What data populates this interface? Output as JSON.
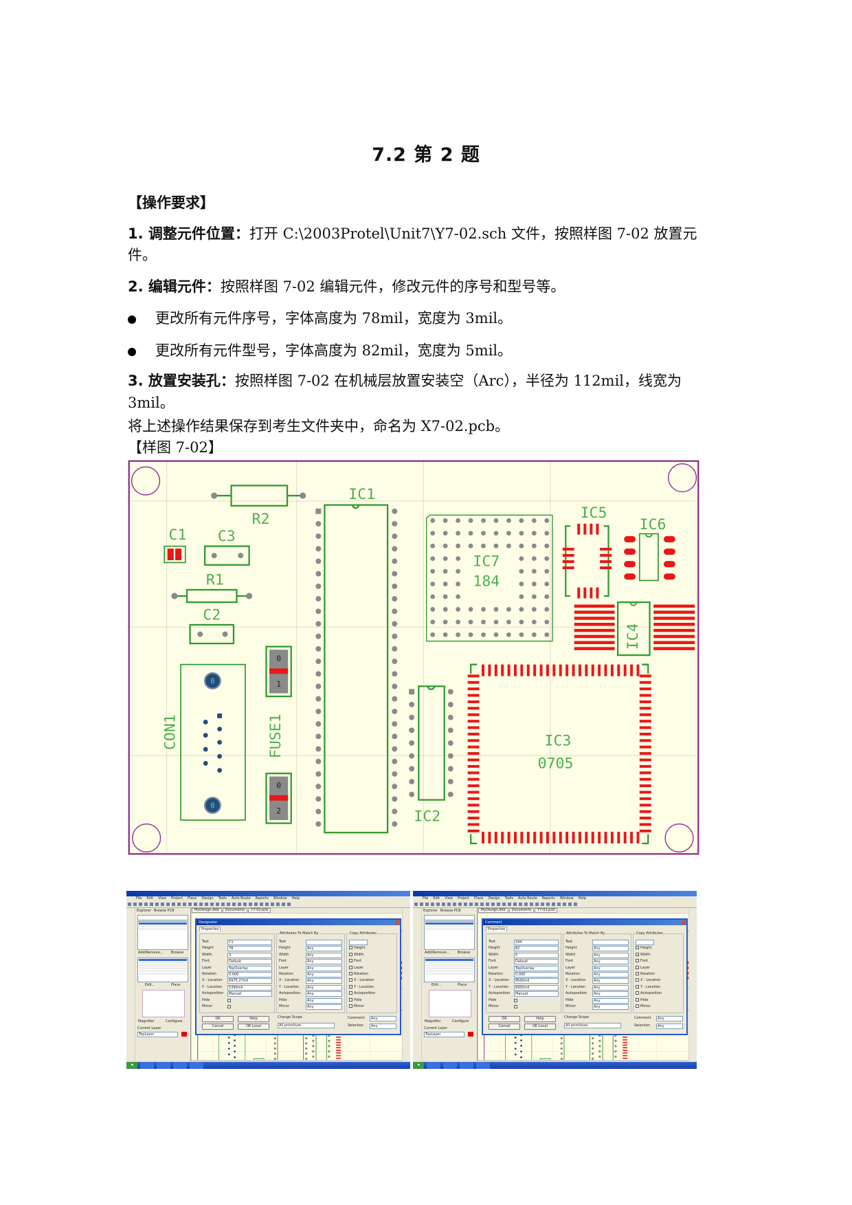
{
  "title": "7.2   第 2 题",
  "section_heading": "【操作要求】",
  "items": [
    {
      "num_label": "1. 调整元件位置：",
      "text": "打开 C:\\2003Protel\\Unit7\\Y7-02.sch 文件，按照样图 7-02 放置元件。"
    },
    {
      "num_label": "2. 编辑元件：",
      "text": "按照样图 7-02 编辑元件，修改元件的序号和型号等。"
    },
    {
      "num_label": "3. 放置安装孔：",
      "text": "按照样图 7-02 在机械层放置安装空（Arc），半径为 112mil，线宽为 3mil。"
    }
  ],
  "bullets": [
    "更改所有元件序号，字体高度为 78mil，宽度为 3mil。",
    "更改所有元件型号，字体高度为 82mil，宽度为 5mil。"
  ],
  "save_note": "将上述操作结果保存到考生文件夹中，命名为 X7-02.pcb。",
  "figure_label": "【样图 7-02】",
  "board": {
    "colors": {
      "background": "#fefde6",
      "outline": "#8e2a95",
      "silk": "#2e9a2e",
      "label": "#4caf50",
      "pad_red": "#e81818",
      "pad_grey": "#8a8a8a",
      "pad_blue": "#1f4e79"
    },
    "labels": {
      "r2": "R2",
      "c1": "C1",
      "c3": "C3",
      "r1": "R1",
      "c2": "C2",
      "con1": "CON1",
      "fuse1": "FUSE1",
      "ic1": "IC1",
      "ic2": "IC2",
      "ic3": "IC3",
      "ic3_value": "0705",
      "ic4": "IC4",
      "ic5": "IC5",
      "ic6": "IC6",
      "ic7": "IC7",
      "ic7_value": "184"
    },
    "pad_numbers": {
      "fuse_top_a": "0",
      "fuse_top_b": "1",
      "fuse_bot_a": "0",
      "fuse_bot_b": "2",
      "con_a": "0",
      "con_b": "0"
    }
  },
  "screenshots": [
    {
      "menu": [
        "File",
        "Edit",
        "View",
        "Project",
        "Place",
        "Design",
        "Tools",
        "Auto Route",
        "Reports",
        "Window",
        "Help"
      ],
      "panel_tabs": [
        "Explorer",
        "Browse PCB"
      ],
      "doc_tabs": [
        "MyDesign.ddb",
        "Documents",
        "Y7-02.pcb"
      ],
      "panel_buttons": [
        "Add/Remove...",
        "Browse",
        "Edit...",
        "Place",
        "Magnifier",
        "Configure"
      ],
      "current_layer_label": "Current Layer",
      "current_layer": "TopLayer",
      "dialog": {
        "title": "Designator",
        "tab": "Properties",
        "fields": [
          {
            "label": "Text",
            "value": "C1"
          },
          {
            "label": "Height",
            "value": "78"
          },
          {
            "label": "Width",
            "value": "3"
          },
          {
            "label": "Font",
            "value": "Default"
          },
          {
            "label": "Layer",
            "value": "TopOverlay"
          },
          {
            "label": "Rotation",
            "value": "0.000"
          },
          {
            "label": "X - Location",
            "value": "6975.27mil"
          },
          {
            "label": "Y - Location",
            "value": "5390mil"
          },
          {
            "label": "Autoposition",
            "value": "Manual"
          },
          {
            "label": "Hide",
            "value": ""
          },
          {
            "label": "Mirror",
            "value": ""
          }
        ],
        "match_title": "Attributes To Match By",
        "match_value": "Any",
        "copy_title": "Copy Attributes",
        "copy_items": [
          "Height",
          "Width",
          "Font",
          "Layer",
          "Rotation",
          "X - Location",
          "Y - Location",
          "Autoposition",
          "Hide",
          "Mirror"
        ],
        "buttons": [
          "OK",
          "Help",
          "Cancel",
          "OK Local"
        ],
        "change_scope_label": "Change Scope",
        "change_scope": "All primitives",
        "comment_label": "Comment",
        "selection_label": "Selection"
      }
    },
    {
      "menu": [
        "File",
        "Edit",
        "View",
        "Project",
        "Place",
        "Design",
        "Tools",
        "Auto Route",
        "Reports",
        "Window",
        "Help"
      ],
      "panel_tabs": [
        "Explorer",
        "Browse PCB"
      ],
      "doc_tabs": [
        "MyDesign.ddb",
        "Documents",
        "Y7-02.pcb"
      ],
      "panel_buttons": [
        "Add/Remove...",
        "Browse",
        "Edit...",
        "Place",
        "Magnifier",
        "Configure"
      ],
      "current_layer_label": "Current Layer",
      "current_layer": "TopLayer",
      "dialog": {
        "title": "Comment",
        "tab": "Properties",
        "fields": [
          {
            "label": "Text",
            "value": "184"
          },
          {
            "label": "Height",
            "value": "82"
          },
          {
            "label": "Width",
            "value": "5"
          },
          {
            "label": "Font",
            "value": "Default"
          },
          {
            "label": "Layer",
            "value": "TopOverlay"
          },
          {
            "label": "Rotation",
            "value": "0.000"
          },
          {
            "label": "X - Location",
            "value": "8500mil"
          },
          {
            "label": "Y - Location",
            "value": "6900mil"
          },
          {
            "label": "Autoposition",
            "value": "Manual"
          },
          {
            "label": "Hide",
            "value": ""
          },
          {
            "label": "Mirror",
            "value": ""
          }
        ],
        "match_title": "Attributes To Match By",
        "match_value": "Any",
        "copy_title": "Copy Attributes",
        "copy_items": [
          "Height",
          "Width",
          "Font",
          "Layer",
          "Rotation",
          "X - Location",
          "Y - Location",
          "Autoposition",
          "Hide",
          "Mirror"
        ],
        "buttons": [
          "OK",
          "Help",
          "Cancel",
          "OK Local"
        ],
        "change_scope_label": "Change Scope",
        "change_scope": "All primitives",
        "comment_label": "Comment",
        "selection_label": "Selection"
      }
    }
  ]
}
